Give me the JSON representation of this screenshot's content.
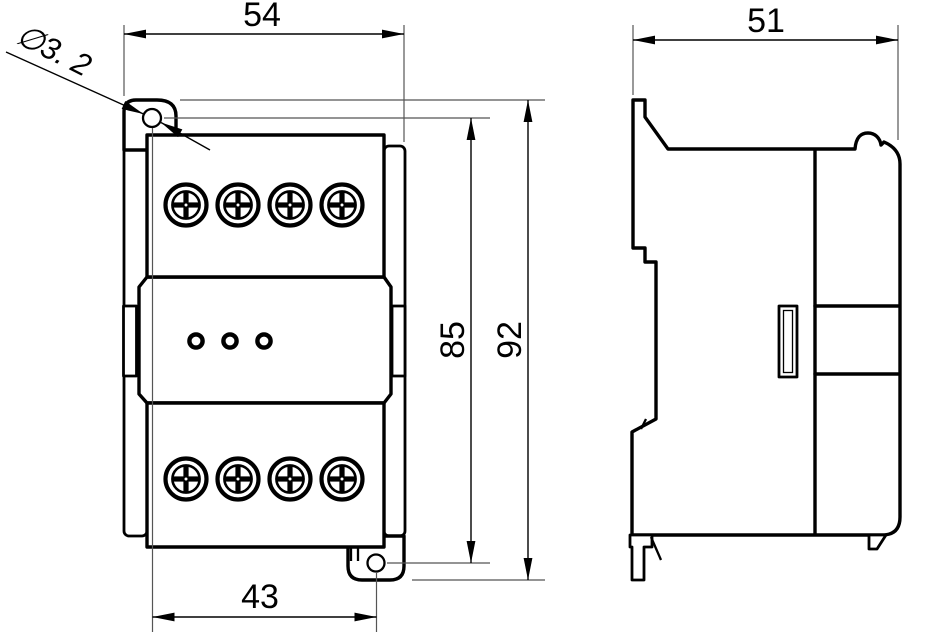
{
  "drawing": {
    "background": "#ffffff",
    "line_color": "#000000",
    "dimensions": {
      "front_width": "54",
      "side_depth": "51",
      "hole_pitch_vertical": "85",
      "overall_height": "92",
      "hole_pitch_horizontal": "43",
      "mount_hole_diameter": "∅3. 2"
    },
    "features": {
      "screw_terminals_top_row": 4,
      "screw_terminals_bottom_row": 4,
      "indicator_dots": 3,
      "mounting_holes": 2
    }
  }
}
